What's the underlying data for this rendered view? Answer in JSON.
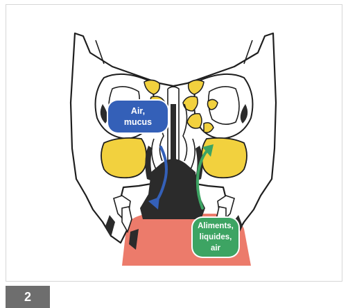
{
  "figure": {
    "number": "2",
    "labels": {
      "air_mucus": [
        "Air,",
        "mucus"
      ],
      "food_liquid_air": [
        "Aliments,",
        "liquides,",
        "air"
      ]
    }
  },
  "colors": {
    "outline": "#1e1e1e",
    "bone_fill": "#ffffff",
    "sinus_yellow": "#f2d13e",
    "pharynx_dark": "#2b2b2b",
    "tongue_salmon": "#ec7b6b",
    "air_blue": "#3460b8",
    "food_green": "#3da463",
    "badge_gray": "#6e6e6e"
  },
  "icons": {
    "air_arrow": "curved-arrow-down-icon",
    "food_arrow": "curved-arrow-up-icon"
  }
}
